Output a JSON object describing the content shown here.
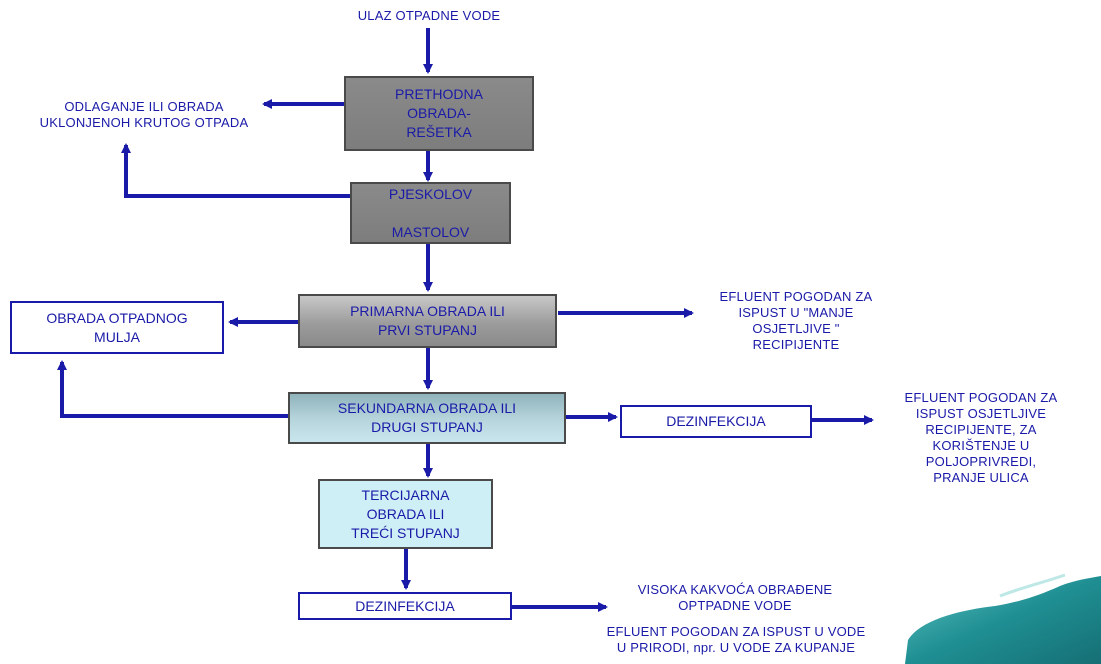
{
  "diagram": {
    "input_label": "ULAZ OTPADNE VODE",
    "screenings_label": "ODLAGANJE ILI OBRADA\nUKLONJENOH KRUTOG OTPADA",
    "pretreatment": "PRETHODNA\nOBRADA-\nREŠETKA",
    "grit": "PJESKOLOV\n\nMASTOLOV",
    "primary": "PRIMARNA OBRADA ILI\nPRVI STUPANJ",
    "sludge": "OBRADA OTPADNOG\nMULJA",
    "effluent_primary": "EFLUENT POGODAN ZA\nISPUST U \"MANJE\nOSJETLJIVE \"\nRECIPIJENTE",
    "secondary": "SEKUNDARNA  OBRADA ILI\nDRUGI STUPANJ",
    "disinfection_1": "DEZINFEKCIJA",
    "effluent_secondary": "EFLUENT POGODAN ZA\nISPUST OSJETLJIVE\nRECIPIJENTE, ZA\nKORIŠTENJE U\nPOLJOPRIVREDI,\nPRANJE ULICA",
    "tertiary": "TERCIJARNA\nOBRADA ILI\nTREĆI STUPANJ",
    "disinfection_2": "DEZINFEKCIJA",
    "quality": "VISOKA KAKVOĆA OBRAĐENE\nOPTPADNE VODE",
    "effluent_tertiary": "EFLUENT POGODAN ZA ISPUST U VODE\nU PRIRODI, npr. U VODE  ZA KUPANJE"
  },
  "colors": {
    "arrow": "#1a1aa8",
    "text": "#1a1aa8",
    "decor_teal": "#1f8f93"
  }
}
